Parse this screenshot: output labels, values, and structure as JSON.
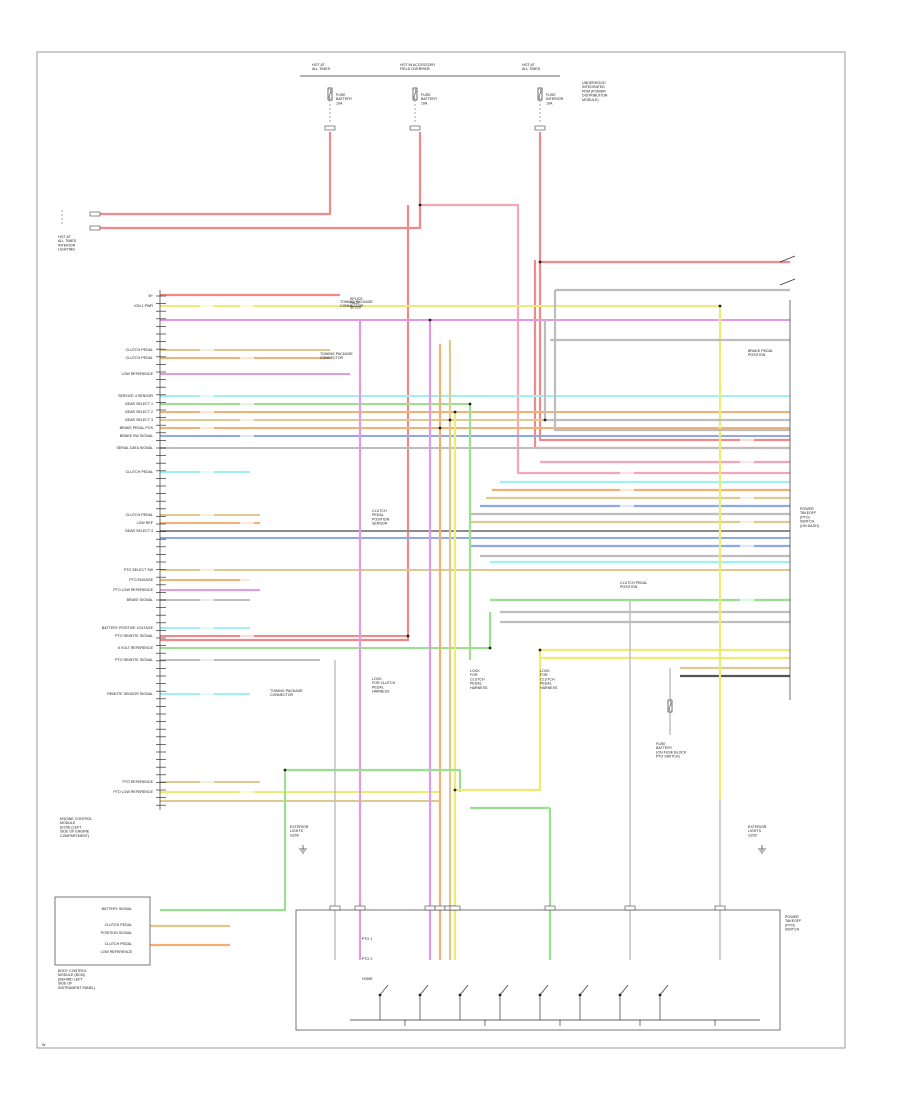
{
  "footer_code": "W",
  "top_sources": [
    {
      "lines": [
        "HOT AT",
        "ALL TIMES"
      ]
    },
    {
      "lines": [
        "HOT IN ACCESSORY",
        "FIELD OVERRIDE"
      ]
    },
    {
      "lines": [
        "HOT AT",
        "ALL TIMES"
      ]
    }
  ],
  "top_fuses": [
    {
      "lines": [
        "FUSE",
        "BATTERY",
        "10A"
      ]
    },
    {
      "lines": [
        "FUSE",
        "BATTERY",
        "10A"
      ]
    },
    {
      "lines": [
        "FUSE",
        "INTERIOR",
        "10A"
      ]
    }
  ],
  "fuse_block_note": [
    "UNDERHOOD",
    "INTEGRATED",
    "PDM (POWER",
    "DISTRIBUTION",
    "MODULE)"
  ],
  "left_gnd_note": [
    "HOT AT",
    "ALL TIMES",
    "INTERIOR",
    "LIGHTING"
  ],
  "ecm_pins": [
    {
      "label": "B+"
    },
    {
      "label": "IGN 1 PWR"
    },
    {
      "label": "CLUTCH PEDAL"
    },
    {
      "label": "CLUTCH PEDAL"
    },
    {
      "label": "LOW REFERENCE"
    },
    {
      "label": "SERVICE 4 SENSOR"
    },
    {
      "label": "GEAR SELECT 1"
    },
    {
      "label": "GEAR SELECT 2"
    },
    {
      "label": "GEAR SELECT 3"
    },
    {
      "label": "BRAKE PEDAL POS"
    },
    {
      "label": "BRAKE SW SIGNAL"
    },
    {
      "label": "SERIAL DATA SIGNAL"
    },
    {
      "label": "CLUTCH PEDAL"
    },
    {
      "label": "CLUTCH PEDAL"
    },
    {
      "label": "LOW REF"
    },
    {
      "label": "GEAR SELECT 4"
    },
    {
      "label": "PTO SELECT SW"
    },
    {
      "label": "PTO ENGAGE"
    },
    {
      "label": "PTO LOW REFERENCE"
    },
    {
      "label": "BRAKE SIGNAL"
    },
    {
      "label": "BATTERY POSITIVE VOLTAGE"
    },
    {
      "label": "PTO REMOTE SIGNAL"
    },
    {
      "label": "5 VOLT REFERENCE"
    },
    {
      "label": "PTO REMOTE SIGNAL"
    },
    {
      "label": "REMOTE SENSOR SIGNAL"
    },
    {
      "label": "PTO REFERENCE"
    },
    {
      "label": "PTO LOW REFERENCE"
    }
  ],
  "ecm_name": [
    "ENGINE CONTROL",
    "MODULE",
    "(ECM) (LEFT",
    "SIDE OF ENGINE",
    "COMPARTMENT)"
  ],
  "bcm_pins": [
    {
      "label": "BATTERY SIGNAL"
    },
    {
      "label": "CLUTCH PEDAL"
    },
    {
      "label": "POSITION SIGNAL"
    },
    {
      "label": "CLUTCH PEDAL"
    },
    {
      "label": "LOW REFERENCE"
    }
  ],
  "bcm_name": [
    "BODY CONTROL",
    "MODULE (BCM)",
    "(BEHIND LEFT",
    "SIDE OF",
    "INSTRUMENT PANEL)"
  ],
  "right_module_name": [
    "POWER",
    "TAKEOFF",
    "(PTO)",
    "SWITCH",
    "(ON DASH)"
  ],
  "bottom_module_name": [
    "POWER",
    "TAKEOFF",
    "(PTO)",
    "SWITCH"
  ],
  "bottom_module_rows": [
    "PTO 1",
    "PTO 2",
    "HOME"
  ],
  "right_switch_name": [
    "BRAKE PEDAL",
    "POSITION"
  ],
  "clutch_note": [
    "CLUTCH",
    "PEDAL",
    "POSITION",
    "SENSOR"
  ],
  "clutch_note2": [
    "CLUTCH PEDAL",
    "POSITION"
  ],
  "splice_note": [
    "SPLICE",
    "PACK",
    "SP205"
  ],
  "ground_notes": [
    {
      "lines": [
        "EXTERIOR",
        "LIGHTS",
        "G200"
      ]
    },
    {
      "lines": [
        "EXTERIOR",
        "LIGHTS",
        "G200"
      ]
    }
  ],
  "lock_notes": [
    {
      "lines": [
        "LOCK",
        "FOR CLUTCH",
        "PEDAL",
        "HARNESS"
      ]
    },
    {
      "lines": [
        "LOCK",
        "FOR",
        "CLUTCH",
        "PEDAL",
        "HARNESS"
      ]
    },
    {
      "lines": [
        "LOCK",
        "FOR",
        "CLUTCH",
        "PEDAL",
        "HARNESS"
      ]
    }
  ],
  "fuse_block_bottom": [
    "FUSE",
    "BATTERY",
    "(ON FUSE BLOCK",
    "PTO SWITCH)"
  ],
  "connector_labels": [
    "TOWING PACKAGE",
    "CONNECTOR",
    "TOWING PACKAGE",
    "CONNECTOR"
  ],
  "colors": {
    "red": "#f08a8a",
    "pink": "#f4a6b8",
    "yellow": "#ecec73",
    "violet": "#e39ae6",
    "tan": "#e0c98e",
    "orange": "#f4b072",
    "lightblue": "#9ff0f5",
    "blue": "#8fa8e8",
    "green": "#9be08f",
    "gray": "#bdbdbd",
    "darkgray": "#8c8c8c",
    "black": "#555555"
  }
}
